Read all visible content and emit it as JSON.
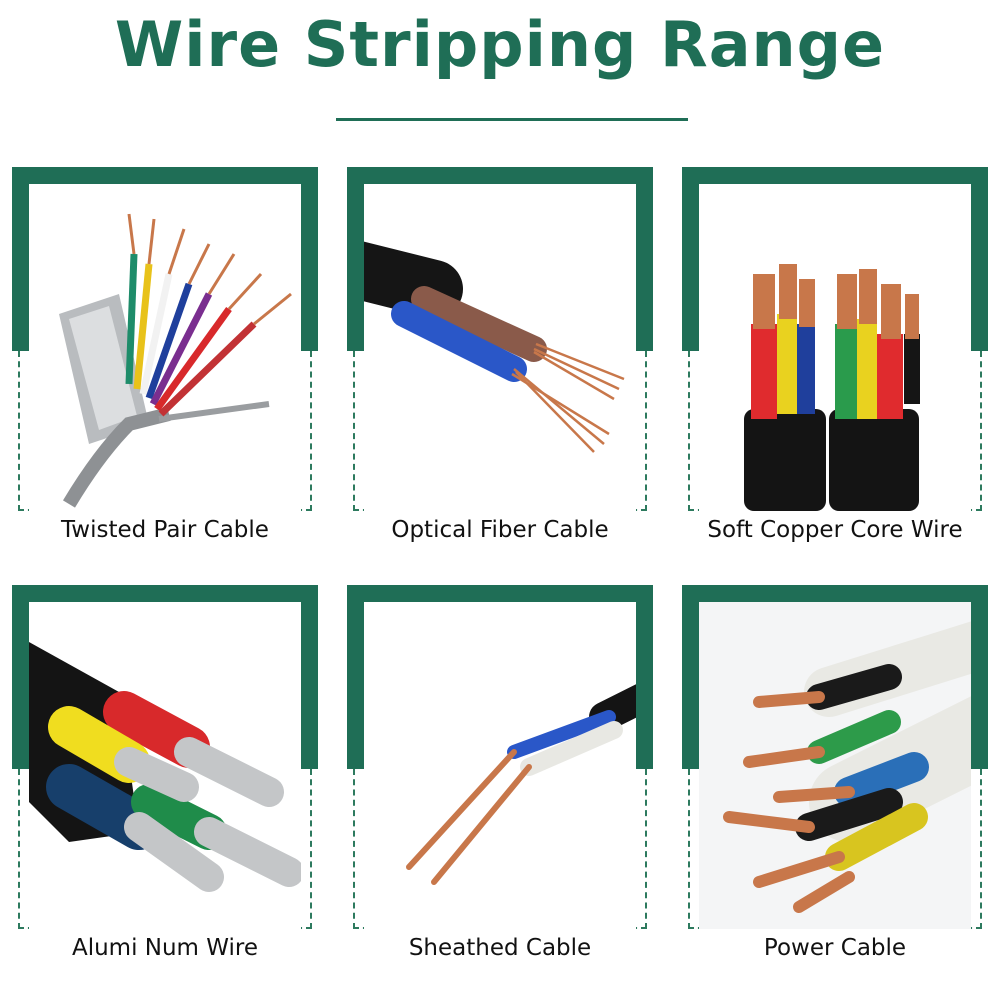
{
  "header": {
    "title": "Wire Stripping Range"
  },
  "colors": {
    "brand_green": "#1f6e56",
    "dash_green": "#2d7a5e",
    "copper": "#c8774a",
    "silver": "#c4c6c8"
  },
  "cables": [
    {
      "label": "Twisted Pair Cable"
    },
    {
      "label": "Optical Fiber Cable"
    },
    {
      "label": "Soft Copper Core Wire"
    },
    {
      "label": "Alumi Num Wire"
    },
    {
      "label": "Sheathed Cable"
    },
    {
      "label": "Power Cable"
    }
  ]
}
